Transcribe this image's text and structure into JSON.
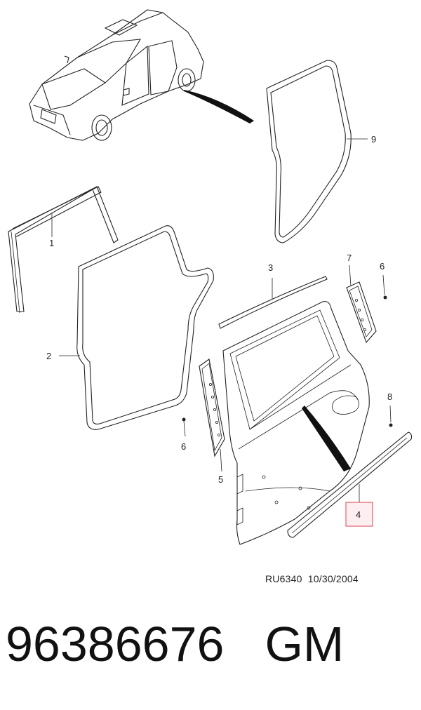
{
  "callouts": {
    "c1": "1",
    "c2": "2",
    "c3": "3",
    "c4": "4",
    "c5": "5",
    "c6a": "6",
    "c6b": "6",
    "c7": "7",
    "c8": "8",
    "c9": "9"
  },
  "highlight_color": "#e06070",
  "reference": {
    "code": "RU6340",
    "date": "10/30/2004"
  },
  "part": {
    "number": "96386676",
    "brand": "GM"
  }
}
